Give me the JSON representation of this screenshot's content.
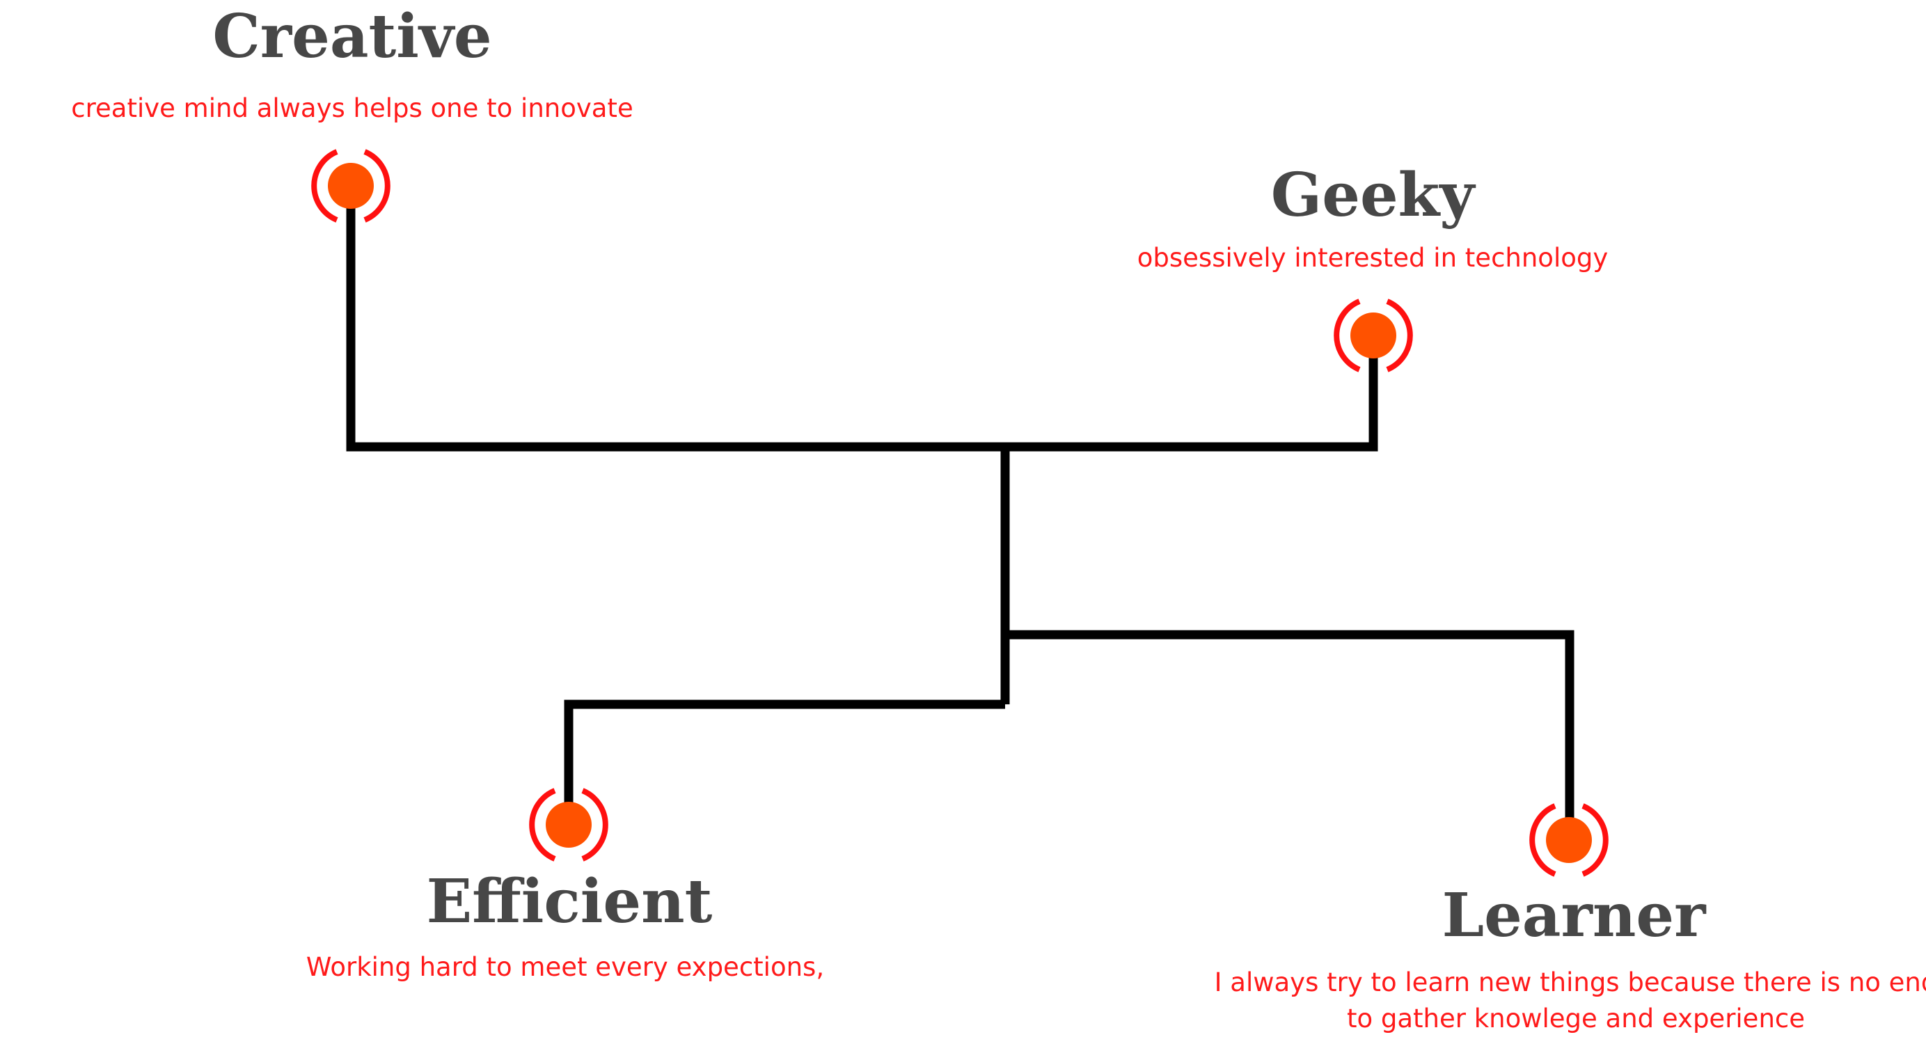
{
  "colors": {
    "connector": "#000000",
    "node_fill": "#ff5200",
    "node_ring": "#ff1010",
    "title": "#474747",
    "description": "#ff1a1a",
    "background": "#ffffff"
  },
  "traits": [
    {
      "title": "Creative",
      "description": [
        "creative mind always helps one to innovate"
      ]
    },
    {
      "title": "Geeky",
      "description": [
        "obsessively interested in  technology"
      ]
    },
    {
      "title": "Efficient",
      "description": [
        "Working hard to meet every expections,"
      ]
    },
    {
      "title": "Learner",
      "description": [
        "I always try to learn new things because there is no end",
        "to gather knowlege and experience"
      ]
    }
  ]
}
